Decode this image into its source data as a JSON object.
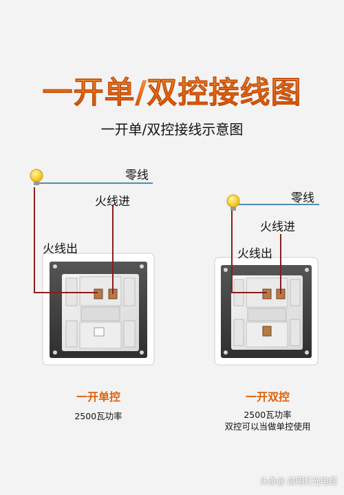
{
  "title": "一开单/双控接线图",
  "subtitle": "一开单/双控接线示意图",
  "left": {
    "neutral_label": "零线",
    "live_in_label": "火线进",
    "live_out_label": "火线出",
    "caption": "一开单控",
    "note": "2500瓦功率"
  },
  "right": {
    "neutral_label": "零线",
    "live_in_label": "火线进",
    "live_out_label": "火线出",
    "caption": "一开双控",
    "note_line1": "2500瓦功率",
    "note_line2": "双控可以当做单控使用"
  },
  "watermark": "头条@ 高明灯光电缆",
  "colors": {
    "title_orange": "#ee6a14",
    "neutral_wire": "#4a8fb0",
    "live_wire": "#8a1c1c",
    "bulb": "#f5c518"
  }
}
